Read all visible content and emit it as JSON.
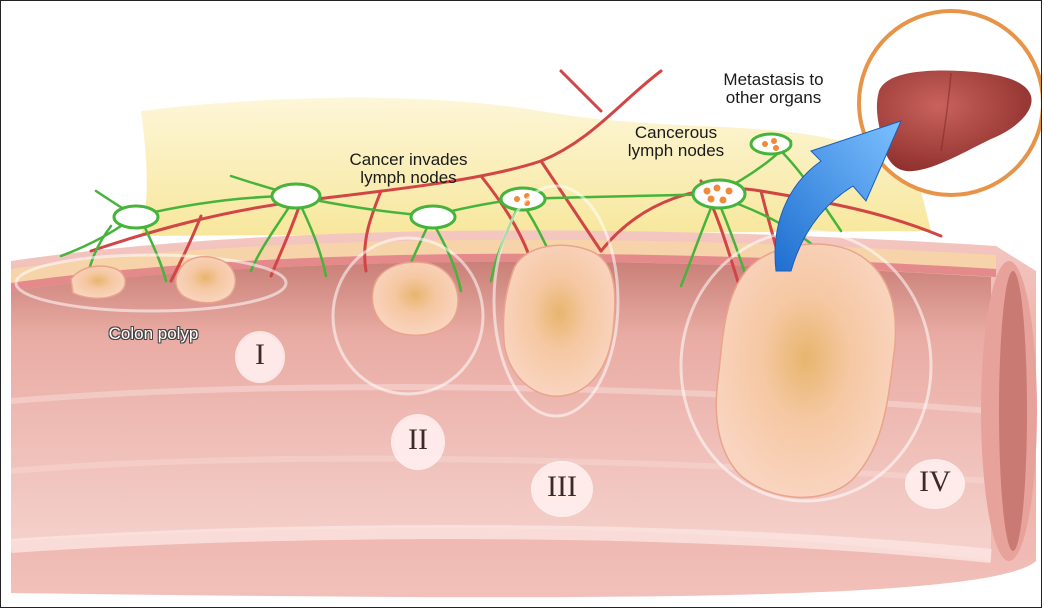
{
  "labels": {
    "metastasis": [
      "Metastasis to",
      "other organs"
    ],
    "cancerous_nodes": [
      "Cancerous",
      "lymph nodes"
    ],
    "invades_nodes": [
      "Cancer invades",
      "lymph nodes"
    ],
    "colon_polyp": "Colon polyp"
  },
  "stages": {
    "s1": "I",
    "s2": "II",
    "s3": "III",
    "s4": "IV"
  },
  "colors": {
    "colon_wall": "#e9a6a0",
    "colon_inner": "#f1c3bd",
    "fat": "#fbeeb5",
    "lymph_vessel": "#46b33b",
    "blood_vessel": "#d24545",
    "tumor": "#f7c4a8",
    "liver": "#a8433f",
    "liver_circle": "#e89448",
    "arrow": "#3b8de0"
  },
  "icons": {
    "liver": "liver-icon",
    "arrow": "metastasis-arrow-icon"
  }
}
